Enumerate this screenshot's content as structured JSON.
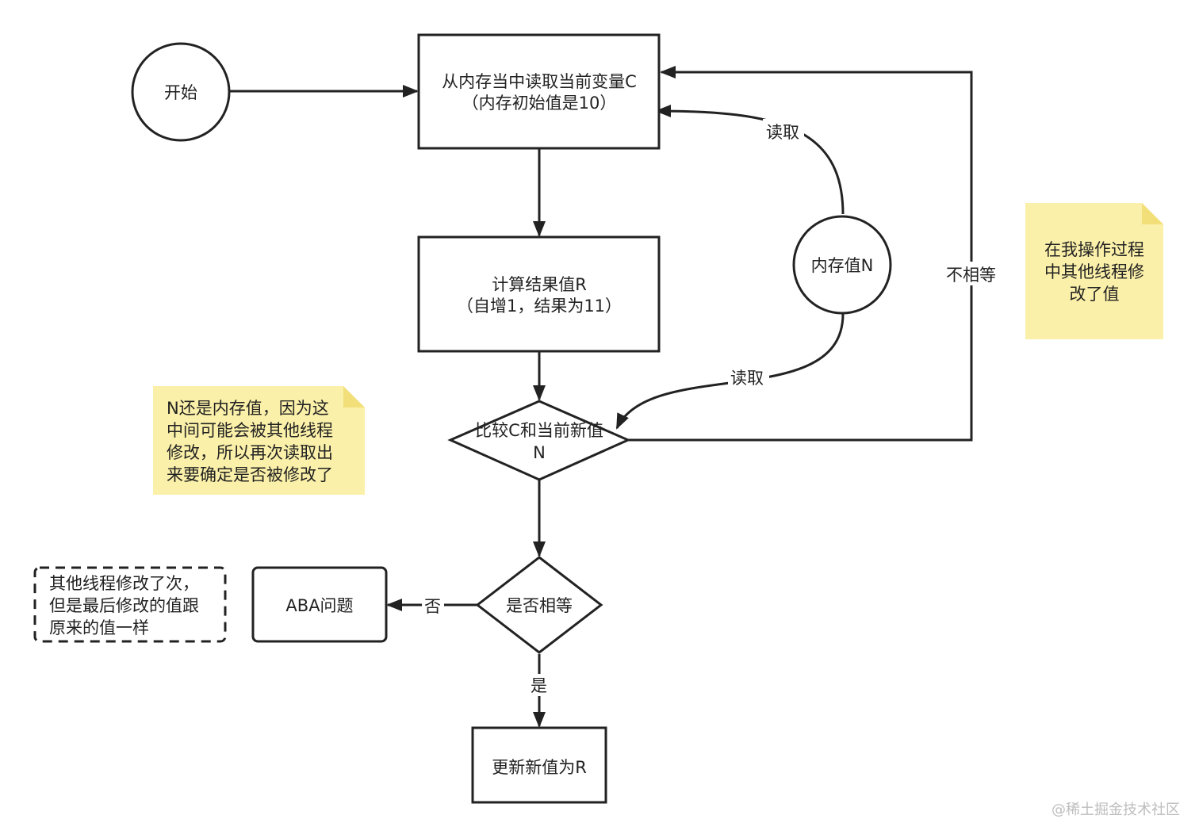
{
  "nodes": {
    "start": "开始",
    "read_current": [
      "从内存当中读取当前变量C",
      "（内存初始值是10）"
    ],
    "compute": [
      "计算结果值R",
      "（自增1，结果为11）"
    ],
    "compare": [
      "比较C和当前新值",
      "N"
    ],
    "memory_value": "内存值N",
    "is_equal": "是否相等",
    "aba_problem": "ABA问题",
    "update": "更新新值为R"
  },
  "edges": {
    "read_top": "读取",
    "read_bottom": "读取",
    "not_equal": "不相等",
    "no": "否",
    "yes": "是"
  },
  "notes": {
    "n_explanation": [
      "N还是内存值，因为这",
      "中间可能会被其他线程",
      "修改，所以再次读取出",
      "来要确定是否被修改了"
    ],
    "modified_by_others": [
      "在我操作过程",
      "中其他线程修",
      "改了值"
    ],
    "aba_explanation": [
      "其他线程修改了次，",
      "但是最后修改的值跟",
      "原来的值一样"
    ]
  },
  "watermark": "@稀土掘金技术社区",
  "colors": {
    "stroke": "#222222",
    "sticky_note": "#fbf0a9"
  }
}
